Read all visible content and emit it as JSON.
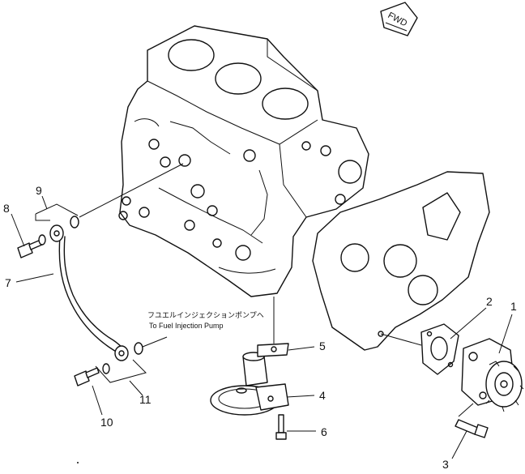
{
  "direction_tag": "FWD",
  "callouts": [
    {
      "id": "1",
      "text": "1"
    },
    {
      "id": "2",
      "text": "2"
    },
    {
      "id": "3",
      "text": "3"
    },
    {
      "id": "4",
      "text": "4"
    },
    {
      "id": "5",
      "text": "5"
    },
    {
      "id": "6",
      "text": "6"
    },
    {
      "id": "7",
      "text": "7"
    },
    {
      "id": "8",
      "text": "8"
    },
    {
      "id": "9",
      "text": "9"
    },
    {
      "id": "10",
      "text": "10"
    },
    {
      "id": "11",
      "text": "11"
    }
  ],
  "note": {
    "japanese": "フユエルインジェクションポンプヘ",
    "english": "To Fuel Injection Pump"
  }
}
